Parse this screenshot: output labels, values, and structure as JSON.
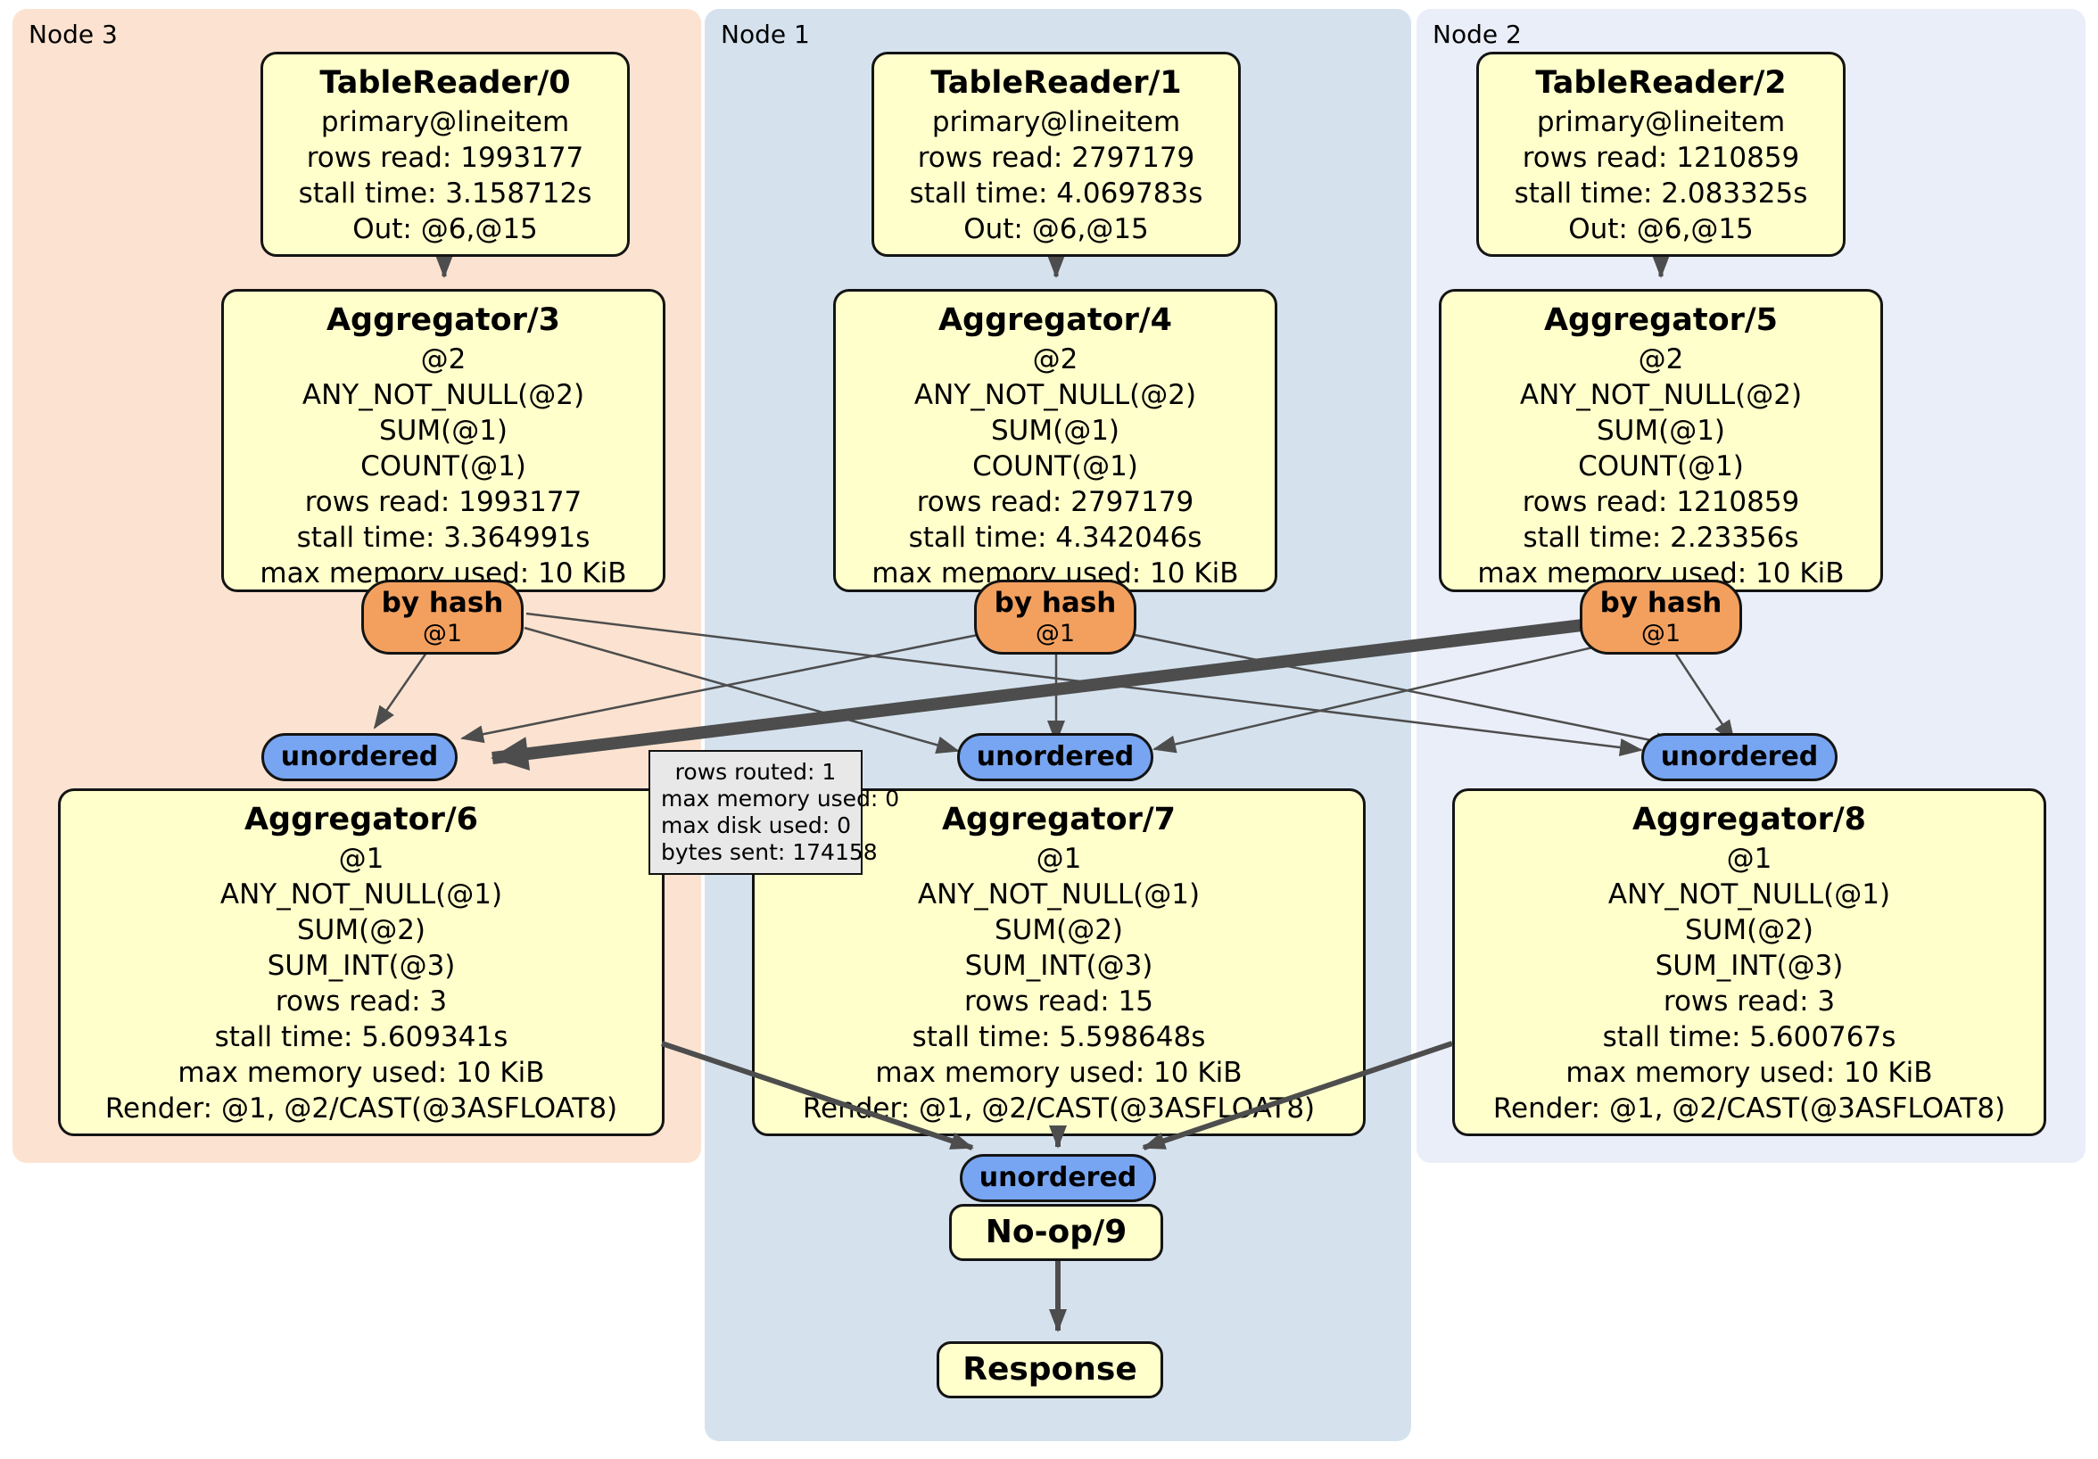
{
  "panels": {
    "node3": {
      "label": "Node 3",
      "bg": "#fce3d1"
    },
    "node1": {
      "label": "Node 1",
      "bg": "#d5e2ee"
    },
    "node2": {
      "label": "Node 2",
      "bg": "#eaeef8"
    }
  },
  "nodes": {
    "tr0": {
      "title": "TableReader/0",
      "lines": [
        "primary@lineitem",
        "rows read: 1993177",
        "stall time: 3.158712s",
        "Out: @6,@15"
      ]
    },
    "tr1": {
      "title": "TableReader/1",
      "lines": [
        "primary@lineitem",
        "rows read: 2797179",
        "stall time: 4.069783s",
        "Out: @6,@15"
      ]
    },
    "tr2": {
      "title": "TableReader/2",
      "lines": [
        "primary@lineitem",
        "rows read: 1210859",
        "stall time: 2.083325s",
        "Out: @6,@15"
      ]
    },
    "agg3": {
      "title": "Aggregator/3",
      "lines": [
        "@2",
        "ANY_NOT_NULL(@2)",
        "SUM(@1)",
        "COUNT(@1)",
        "rows read: 1993177",
        "stall time: 3.364991s",
        "max memory used: 10 KiB"
      ]
    },
    "agg4": {
      "title": "Aggregator/4",
      "lines": [
        "@2",
        "ANY_NOT_NULL(@2)",
        "SUM(@1)",
        "COUNT(@1)",
        "rows read: 2797179",
        "stall time: 4.342046s",
        "max memory used: 10 KiB"
      ]
    },
    "agg5": {
      "title": "Aggregator/5",
      "lines": [
        "@2",
        "ANY_NOT_NULL(@2)",
        "SUM(@1)",
        "COUNT(@1)",
        "rows read: 1210859",
        "stall time: 2.23356s",
        "max memory used: 10 KiB"
      ]
    },
    "agg6": {
      "title": "Aggregator/6",
      "lines": [
        "@1",
        "ANY_NOT_NULL(@1)",
        "SUM(@2)",
        "SUM_INT(@3)",
        "rows read: 3",
        "stall time: 5.609341s",
        "max memory used: 10 KiB",
        "Render: @1, @2/CAST(@3ASFLOAT8)"
      ]
    },
    "agg7": {
      "title": "Aggregator/7",
      "lines": [
        "@1",
        "ANY_NOT_NULL(@1)",
        "SUM(@2)",
        "SUM_INT(@3)",
        "rows read: 15",
        "stall time: 5.598648s",
        "max memory used: 10 KiB",
        "Render: @1, @2/CAST(@3ASFLOAT8)"
      ]
    },
    "agg8": {
      "title": "Aggregator/8",
      "lines": [
        "@1",
        "ANY_NOT_NULL(@1)",
        "SUM(@2)",
        "SUM_INT(@3)",
        "rows read: 3",
        "stall time: 5.600767s",
        "max memory used: 10 KiB",
        "Render: @1, @2/CAST(@3ASFLOAT8)"
      ]
    },
    "noop": {
      "title": "No-op/9"
    },
    "response": {
      "title": "Response"
    }
  },
  "router": {
    "label": "by hash",
    "sub": "@1"
  },
  "sync": {
    "label": "unordered"
  },
  "tooltip": {
    "lines": [
      "rows routed: 1",
      "max memory used: 0",
      "max disk used: 0",
      "bytes sent: 174158"
    ]
  },
  "colors": {
    "processor_fill": "#ffffcc",
    "router_fill": "#f3a05f",
    "sync_fill": "#77a5f2",
    "edge": "#4d4d4d",
    "tooltip_bg": "#e8e8e8",
    "panel_node3": "#fce3d1",
    "panel_node1": "#d5e2ee",
    "panel_node2": "#eaeef8"
  }
}
